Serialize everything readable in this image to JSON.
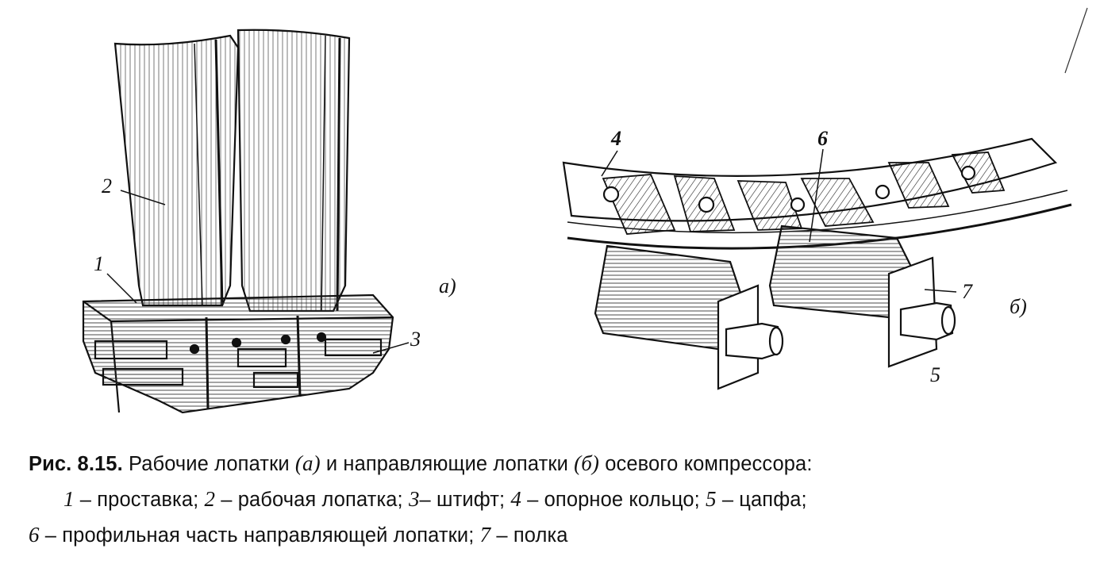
{
  "figure": {
    "labels_a": {
      "n1": "1",
      "n2": "2",
      "n3": "3",
      "panel": "а)"
    },
    "labels_b": {
      "n4": "4",
      "n5": "5",
      "n6": "6",
      "n7": "7",
      "panel": "б)"
    }
  },
  "caption": {
    "fig_no": "Рис. 8.15.",
    "title_1": "Рабочие лопатки",
    "ref_a": "(а)",
    "title_2": "и направляющие лопатки",
    "ref_b": "(б)",
    "title_3": "осевого компрессора:",
    "legend": [
      {
        "num": "1",
        "text": "– проставка;"
      },
      {
        "num": "2",
        "text": "– рабочая лопатка;"
      },
      {
        "num": "3",
        "text": "– штифт;"
      },
      {
        "num": "4",
        "text": "– опорное кольцо;"
      },
      {
        "num": "5",
        "text": "– цапфа;"
      },
      {
        "num": "6",
        "text": "– профильная часть направляющей лопатки;"
      },
      {
        "num": "7",
        "text": "– полка"
      }
    ]
  }
}
